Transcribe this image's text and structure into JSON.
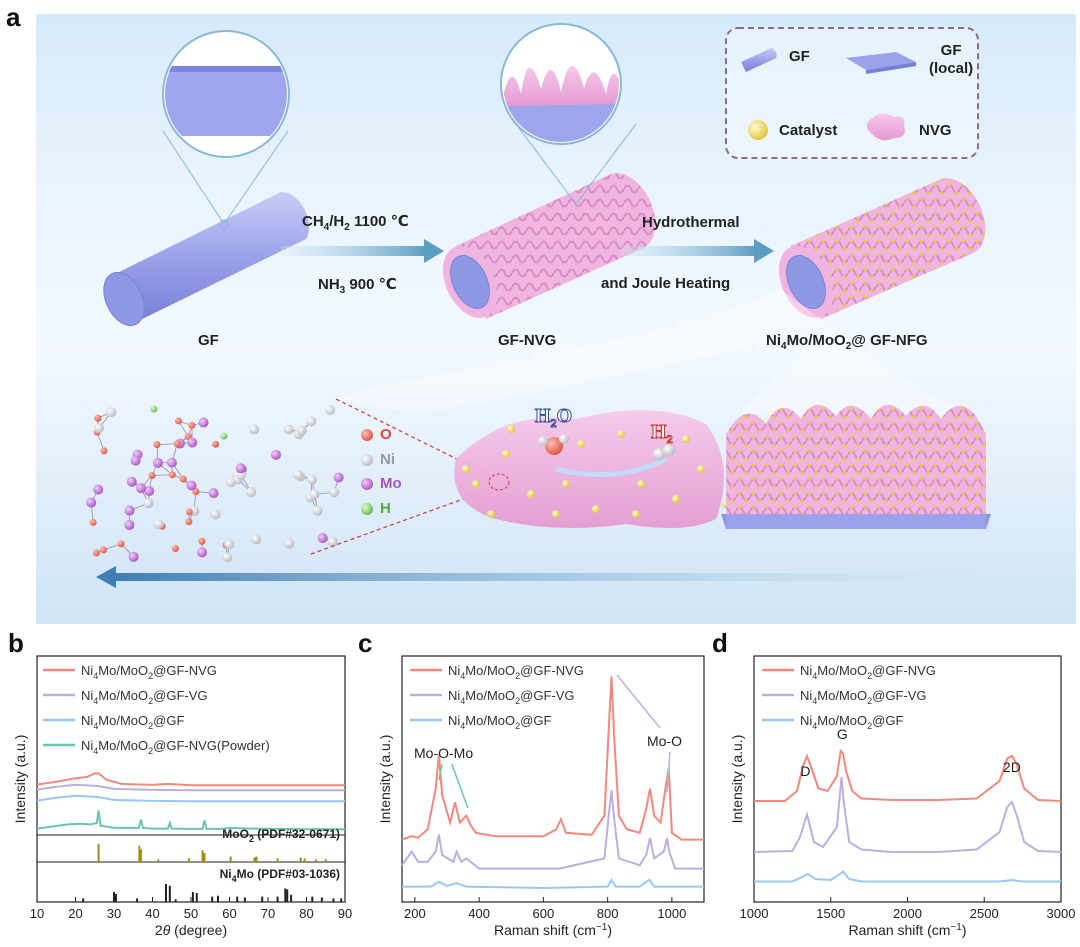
{
  "panel_labels": {
    "a": "a",
    "b": "b",
    "c": "c",
    "d": "d"
  },
  "schematic": {
    "stage_labels": {
      "gf": "GF",
      "gf_nvg": "GF-NVG",
      "final_pre": "Ni",
      "final_sub": "4",
      "final_mid": "Mo/MoO",
      "final_sub2": "2",
      "final_post": "@ GF-NFG"
    },
    "step1": {
      "top_pre": "CH",
      "top_sub1": "4",
      "top_mid": "/H",
      "top_sub2": "2",
      "top_post": " 1100 ℃",
      "bottom_pre": "NH",
      "bottom_sub": "3",
      "bottom_post": " 900 ℃"
    },
    "step2": {
      "top": "Hydrothermal",
      "bottom": "and Joule Heating"
    },
    "legend": {
      "gf": "GF",
      "gf_local_1": "GF",
      "gf_local_2": "(local)",
      "catalyst": "Catalyst",
      "nvg": "NVG"
    },
    "atoms": {
      "o": "O",
      "ni": "Ni",
      "mo": "Mo",
      "h": "H"
    },
    "molecules": {
      "h2o_h": "H",
      "h2o_sub": "2",
      "h2o_o": "O",
      "h2_h": "H",
      "h2_sub": "2"
    }
  },
  "colors": {
    "red_series": "#f08a7e",
    "purple_series": "#bcaee0",
    "blue_series": "#9cc8f0",
    "teal_series": "#6cc4b0",
    "moo2_ref": "#a08a10",
    "ni4mo_ref": "#222222",
    "legend_border": "#8a6a9a"
  },
  "chart_data": [
    {
      "panel": "b",
      "type": "line",
      "xlabel_pre": "2",
      "xlabel_theta": "θ",
      "xlabel_post": " (degree)",
      "ylabel": "Intensity (a.u.)",
      "xlim": [
        10,
        90
      ],
      "xticks": [
        10,
        20,
        30,
        40,
        50,
        60,
        70,
        80,
        90
      ],
      "series": [
        {
          "name_pre": "Ni",
          "name_sub": "4",
          "name_mid": "Mo/MoO",
          "name_sub2": "2",
          "name_post": "@GF-NVG",
          "color": "#f08a7e",
          "offset": 3,
          "x": [
            10,
            15,
            20,
            23,
            25,
            26,
            28,
            32,
            40,
            44,
            50,
            60,
            70,
            80,
            90
          ],
          "y": [
            0.1,
            0.3,
            0.55,
            0.65,
            0.9,
            0.9,
            0.45,
            0.15,
            0.08,
            0.15,
            0.05,
            0.05,
            0.05,
            0.05,
            0.05
          ]
        },
        {
          "name_pre": "Ni",
          "name_sub": "4",
          "name_mid": "Mo/MoO",
          "name_sub2": "2",
          "name_post": "@GF-VG",
          "color": "#bcaee0",
          "offset": 2,
          "x": [
            10,
            15,
            20,
            23,
            26,
            30,
            40,
            50,
            60,
            70,
            80,
            90
          ],
          "y": [
            0.1,
            0.3,
            0.45,
            0.4,
            0.35,
            0.15,
            0.08,
            0.05,
            0.05,
            0.05,
            0.05,
            0.05
          ]
        },
        {
          "name_pre": "Ni",
          "name_sub": "4",
          "name_mid": "Mo/MoO",
          "name_sub2": "2",
          "name_post": "@GF",
          "color": "#9cc8f0",
          "offset": 1,
          "x": [
            10,
            15,
            20,
            23,
            26,
            30,
            40,
            50,
            60,
            70,
            80,
            90
          ],
          "y": [
            0.1,
            0.3,
            0.45,
            0.4,
            0.35,
            0.15,
            0.08,
            0.05,
            0.05,
            0.05,
            0.05,
            0.05
          ]
        },
        {
          "name_pre": "Ni",
          "name_sub": "4",
          "name_mid": "Mo/MoO",
          "name_sub2": "2",
          "name_post": "@GF-NVG(Powder)",
          "color": "#6cc4b0",
          "offset": 0,
          "x": [
            10,
            14,
            18,
            21,
            24,
            25.5,
            26,
            26.5,
            30,
            36.5,
            37,
            37.5,
            40,
            44,
            44.5,
            45,
            50,
            53,
            53.5,
            54,
            58,
            60,
            66,
            70,
            80,
            90
          ],
          "y": [
            0.1,
            0.25,
            0.4,
            0.45,
            0.4,
            0.5,
            1.4,
            0.3,
            0.15,
            0.15,
            0.75,
            0.15,
            0.1,
            0.1,
            0.5,
            0.1,
            0.08,
            0.08,
            0.7,
            0.08,
            0.08,
            0.15,
            0.1,
            0.08,
            0.05,
            0.05
          ]
        }
      ],
      "references": [
        {
          "label_pre": "MoO",
          "label_sub": "2",
          "label_post": " (PDF#32-0671)",
          "color": "#a08a10",
          "peaks": [
            [
              26.0,
              1.0
            ],
            [
              36.6,
              0.9
            ],
            [
              37.0,
              0.7
            ],
            [
              41.5,
              0.15
            ],
            [
              49.5,
              0.2
            ],
            [
              53.0,
              0.65
            ],
            [
              53.5,
              0.5
            ],
            [
              60.3,
              0.3
            ],
            [
              66.5,
              0.25
            ],
            [
              67.0,
              0.3
            ],
            [
              72.5,
              0.2
            ],
            [
              78.5,
              0.25
            ],
            [
              79.5,
              0.2
            ],
            [
              82.5,
              0.15
            ],
            [
              85.0,
              0.15
            ]
          ]
        },
        {
          "label_pre": "Ni",
          "label_sub": "4",
          "label_post": "Mo (PDF#03-1036)",
          "color": "#222222",
          "peaks": [
            [
              22.0,
              0.2
            ],
            [
              30.0,
              0.55
            ],
            [
              30.5,
              0.45
            ],
            [
              36.0,
              0.2
            ],
            [
              43.5,
              1.0
            ],
            [
              44.5,
              0.9
            ],
            [
              46.0,
              0.15
            ],
            [
              50.5,
              0.55
            ],
            [
              51.5,
              0.5
            ],
            [
              55.5,
              0.3
            ],
            [
              57.0,
              0.35
            ],
            [
              62.0,
              0.3
            ],
            [
              64.0,
              0.25
            ],
            [
              68.5,
              0.3
            ],
            [
              72.5,
              0.3
            ],
            [
              74.5,
              0.75
            ],
            [
              75.0,
              0.7
            ],
            [
              76.0,
              0.4
            ],
            [
              81.5,
              0.3
            ],
            [
              84.0,
              0.25
            ],
            [
              87.0,
              0.2
            ],
            [
              89.0,
              0.2
            ]
          ]
        }
      ]
    },
    {
      "panel": "c",
      "type": "line",
      "xlabel_pre": "Raman shift (cm",
      "xlabel_sup": "−1",
      "xlabel_post": ")",
      "ylabel": "Intensity (a.u.)",
      "xlim": [
        160,
        1100
      ],
      "xticks": [
        200,
        400,
        600,
        800,
        1000
      ],
      "annotations": [
        "Mo-O-Mo",
        "Mo-O"
      ],
      "series": [
        {
          "name_pre": "Ni",
          "name_sub": "4",
          "name_mid": "Mo/MoO",
          "name_sub2": "2",
          "name_post": "@GF-NVG",
          "color": "#f08a7e",
          "offset": 2,
          "x": [
            160,
            190,
            210,
            240,
            265,
            275,
            285,
            310,
            325,
            340,
            360,
            375,
            390,
            450,
            600,
            640,
            655,
            670,
            750,
            790,
            805,
            812,
            820,
            835,
            860,
            900,
            920,
            932,
            945,
            965,
            980,
            990,
            1000,
            1030,
            1100
          ],
          "y": [
            0.05,
            0.1,
            0.08,
            0.2,
            0.8,
            1.3,
            0.7,
            0.3,
            0.6,
            0.3,
            0.4,
            0.25,
            0.15,
            0.1,
            0.1,
            0.2,
            0.35,
            0.15,
            0.12,
            0.4,
            1.8,
            2.45,
            1.6,
            0.4,
            0.2,
            0.15,
            0.5,
            0.8,
            0.4,
            0.3,
            0.8,
            1.1,
            0.15,
            0.05,
            0.05
          ]
        },
        {
          "name_pre": "Ni",
          "name_sub": "4",
          "name_mid": "Mo/MoO",
          "name_sub2": "2",
          "name_post": "@GF-VG",
          "color": "#bcaee0",
          "offset": 1,
          "x": [
            160,
            190,
            210,
            240,
            265,
            275,
            285,
            320,
            330,
            345,
            360,
            400,
            650,
            790,
            805,
            812,
            820,
            835,
            900,
            920,
            932,
            945,
            975,
            985,
            992,
            1010,
            1100
          ],
          "y": [
            0.1,
            0.3,
            0.15,
            0.15,
            0.3,
            0.55,
            0.25,
            0.15,
            0.3,
            0.15,
            0.2,
            0.05,
            0.05,
            0.2,
            0.9,
            1.2,
            0.8,
            0.2,
            0.1,
            0.25,
            0.5,
            0.2,
            0.3,
            0.5,
            0.3,
            0.05,
            0.05
          ]
        },
        {
          "name_pre": "Ni",
          "name_sub": "4",
          "name_mid": "Mo/MoO",
          "name_sub2": "2",
          "name_post": "@GF",
          "color": "#9cc8f0",
          "offset": 0,
          "x": [
            160,
            250,
            275,
            300,
            330,
            360,
            600,
            800,
            812,
            825,
            900,
            930,
            945,
            970,
            1100
          ],
          "y": [
            0.05,
            0.05,
            0.12,
            0.06,
            0.1,
            0.05,
            0.03,
            0.05,
            0.15,
            0.05,
            0.05,
            0.15,
            0.05,
            0.05,
            0.05
          ]
        }
      ]
    },
    {
      "panel": "d",
      "type": "line",
      "xlabel_pre": "Raman shift (cm",
      "xlabel_sup": "−1",
      "xlabel_post": ")",
      "ylabel": "Intensity (a.u.)",
      "xlim": [
        1000,
        3000
      ],
      "xticks": [
        1000,
        1500,
        2000,
        2500,
        3000
      ],
      "annotations": [
        "D",
        "G",
        "2D"
      ],
      "series": [
        {
          "name_pre": "Ni",
          "name_sub": "4",
          "name_mid": "Mo/MoO",
          "name_sub2": "2",
          "name_post": "@GF-NVG",
          "color": "#f08a7e",
          "offset": 2,
          "x": [
            1000,
            1200,
            1280,
            1320,
            1345,
            1370,
            1420,
            1480,
            1540,
            1565,
            1580,
            1600,
            1640,
            1700,
            1900,
            2200,
            2450,
            2600,
            2650,
            2680,
            2710,
            2760,
            2850,
            3000
          ],
          "y": [
            0.1,
            0.1,
            0.3,
            0.8,
            1.0,
            0.8,
            0.35,
            0.3,
            0.6,
            1.1,
            1.05,
            0.7,
            0.3,
            0.15,
            0.12,
            0.12,
            0.15,
            0.5,
            0.95,
            1.0,
            0.85,
            0.35,
            0.12,
            0.1
          ]
        },
        {
          "name_pre": "Ni",
          "name_sub": "4",
          "name_mid": "Mo/MoO",
          "name_sub2": "2",
          "name_post": "@GF-VG",
          "color": "#bcaee0",
          "offset": 1,
          "x": [
            1000,
            1250,
            1300,
            1345,
            1390,
            1450,
            1540,
            1570,
            1585,
            1620,
            1700,
            1900,
            2200,
            2450,
            2600,
            2650,
            2680,
            2710,
            2760,
            2850,
            3000
          ],
          "y": [
            0.1,
            0.12,
            0.4,
            0.85,
            0.3,
            0.2,
            0.6,
            1.6,
            1.1,
            0.3,
            0.15,
            0.1,
            0.1,
            0.15,
            0.5,
            1.0,
            1.1,
            0.85,
            0.3,
            0.12,
            0.1
          ]
        },
        {
          "name_pre": "Ni",
          "name_sub": "4",
          "name_mid": "Mo/MoO",
          "name_sub2": "2",
          "name_post": "@GF",
          "color": "#9cc8f0",
          "offset": 0,
          "x": [
            1000,
            1250,
            1300,
            1350,
            1400,
            1500,
            1560,
            1580,
            1620,
            1700,
            2000,
            2600,
            2680,
            2750,
            3000
          ],
          "y": [
            0.05,
            0.05,
            0.12,
            0.2,
            0.1,
            0.08,
            0.2,
            0.25,
            0.1,
            0.05,
            0.05,
            0.05,
            0.08,
            0.05,
            0.05
          ]
        }
      ]
    }
  ]
}
